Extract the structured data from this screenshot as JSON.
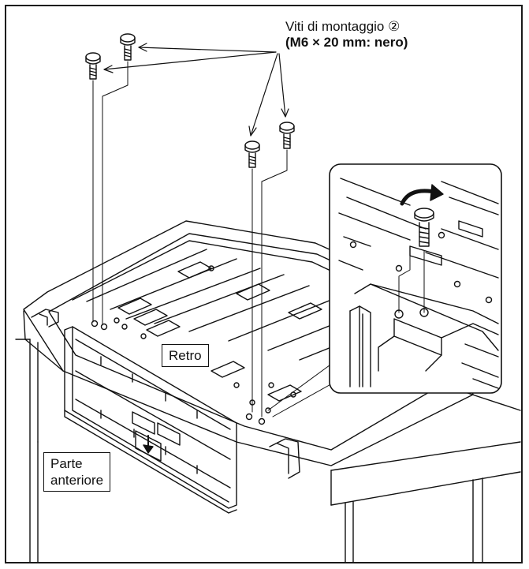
{
  "labels": {
    "screws_line1": "Viti di montaggio ②",
    "screws_line2": "(M6 × 20 mm: nero)",
    "retro": "Retro",
    "front_line1": "Parte",
    "front_line2": "anteriore"
  },
  "colors": {
    "ink": "#111111",
    "paper": "#ffffff",
    "hatch": "#444444"
  },
  "icons": [
    "screw-icon",
    "rotation-arrow-icon",
    "down-arrow-icon"
  ]
}
